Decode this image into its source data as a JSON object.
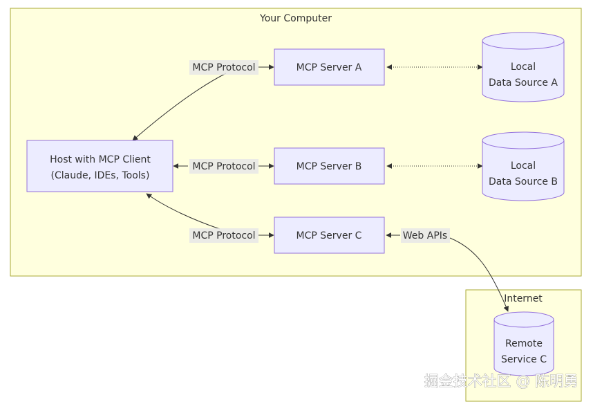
{
  "clusters": {
    "computer": {
      "title": "Your Computer"
    },
    "internet": {
      "title": "Internet"
    }
  },
  "nodes": {
    "host": {
      "line1": "Host with MCP Client",
      "line2": "(Claude, IDEs, Tools)"
    },
    "server_a": {
      "label": "MCP Server A"
    },
    "server_b": {
      "label": "MCP Server B"
    },
    "server_c": {
      "label": "MCP Server C"
    },
    "source_a": {
      "line1": "Local",
      "line2": "Data Source A"
    },
    "source_b": {
      "line1": "Local",
      "line2": "Data Source B"
    },
    "remote_c": {
      "line1": "Remote",
      "line2": "Service C"
    }
  },
  "edges": {
    "host_to_a": {
      "label": "MCP Protocol"
    },
    "host_to_b": {
      "label": "MCP Protocol"
    },
    "host_to_c": {
      "label": "MCP Protocol"
    },
    "c_to_remote": {
      "label": "Web APIs"
    }
  },
  "watermark": {
    "text": "掘金技术社区 @ 陈明勇"
  },
  "colors": {
    "cluster_fill": "#ffffde",
    "cluster_stroke": "#aaaa33",
    "node_fill": "#ececff",
    "node_stroke": "#9370db",
    "edge": "#333333"
  }
}
